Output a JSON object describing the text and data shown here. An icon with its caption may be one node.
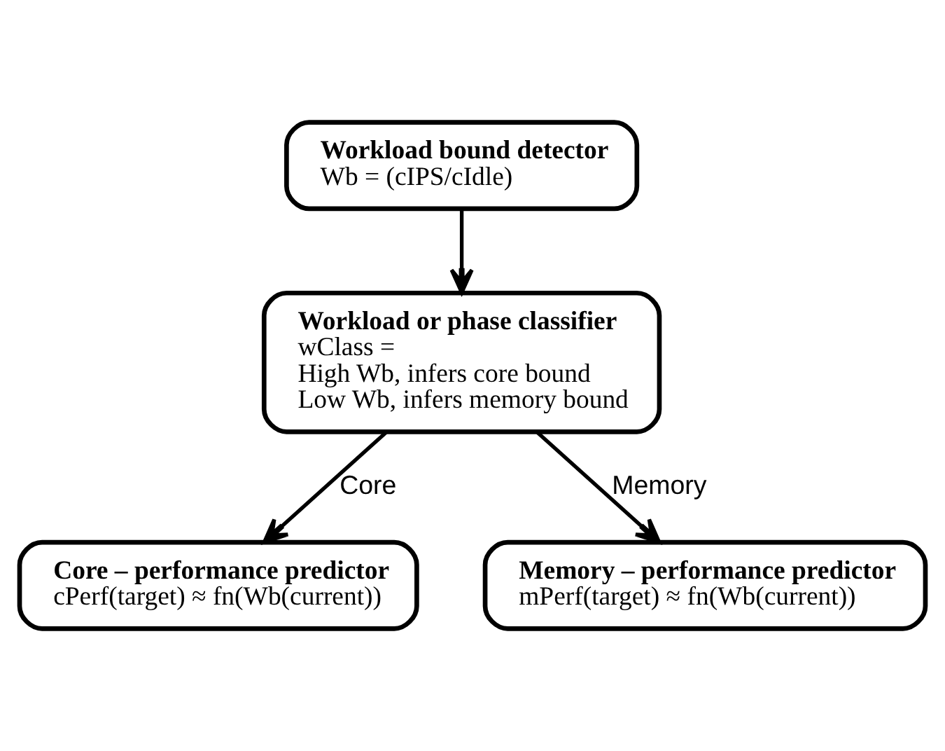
{
  "diagram": {
    "nodes": [
      {
        "text": [
          "Workload bound detector",
          "Wb = (cIPS/cIdle)"
        ]
      },
      {
        "text": [
          "Workload or phase classifier",
          "wClass =",
          "High Wb, infers core bound",
          "Low Wb, infers memory bound"
        ]
      },
      {
        "text": [
          "Core – performance predictor",
          "cPerf(target) ≈ fn(Wb(current))"
        ]
      },
      {
        "text": [
          "Memory – performance predictor",
          "mPerf(target) ≈ fn(Wb(current))"
        ]
      }
    ],
    "edges": [
      {
        "from": 0,
        "to": 1,
        "arrow": "to"
      },
      {
        "from": 1,
        "to": 2,
        "arrow": "to",
        "label": "Core"
      },
      {
        "from": 1,
        "to": 3,
        "arrow": "to",
        "label": "Memory"
      }
    ]
  }
}
